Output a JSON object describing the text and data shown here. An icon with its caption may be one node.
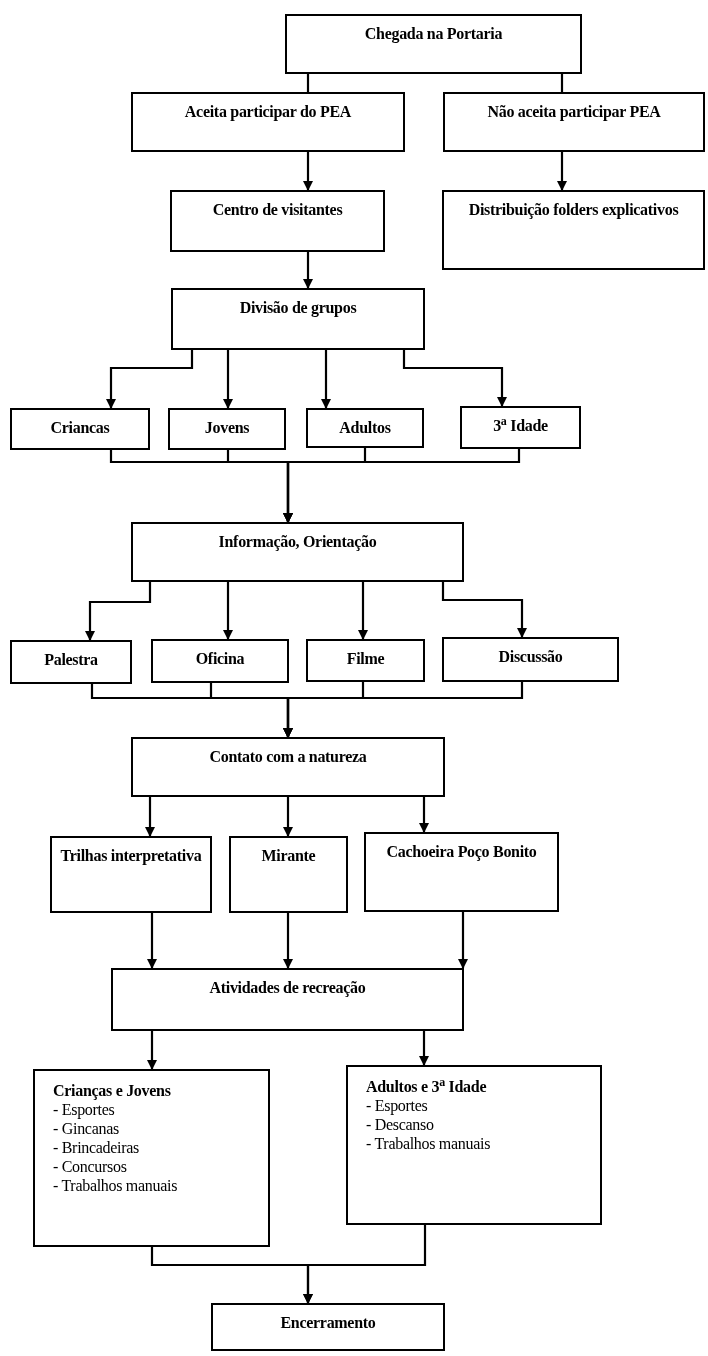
{
  "diagram": {
    "nodes": [
      {
        "text": [
          "Chegada na  Portaria"
        ]
      },
      {
        "text": [
          "Aceita participar do PEA"
        ]
      },
      {
        "text": [
          "Não aceita participar PEA"
        ]
      },
      {
        "text": [
          "Centro de visitantes"
        ]
      },
      {
        "text": [
          "Distribuição folders explicativos"
        ]
      },
      {
        "text": [
          "Divisão de grupos"
        ]
      },
      {
        "text": [
          "Criancas"
        ]
      },
      {
        "text": [
          "Jovens"
        ]
      },
      {
        "text": [
          "Adultos"
        ]
      },
      {
        "text": [
          "3$^{a}$ Idade"
        ]
      },
      {
        "text": [
          "Informação, Orientação"
        ]
      },
      {
        "text": [
          "Palestra"
        ]
      },
      {
        "text": [
          "Oficina"
        ]
      },
      {
        "text": [
          "Filme"
        ]
      },
      {
        "text": [
          "Discussão"
        ]
      },
      {
        "text": [
          "Contato com a natureza"
        ]
      },
      {
        "text": [
          "Trilhas interpretativa"
        ]
      },
      {
        "text": [
          "Mirante"
        ]
      },
      {
        "text": [
          "Cachoeira Poço Bonito"
        ]
      },
      {
        "text": [
          "Atividades de recreação"
        ]
      },
      {
        "text": [
          "Crianças e Jovens",
          "- Esportes",
          "- Gincanas",
          "- Brincadeiras",
          "- Concursos",
          "- Trabalhos manuais"
        ]
      },
      {
        "text": [
          "Adultos e 3$^{a}$ Idade",
          "- Esportes",
          "- Descanso",
          "- Trabalhos manuais"
        ]
      },
      {
        "text": [
          "Encerramento"
        ]
      }
    ],
    "edges": [
      {
        "from": 0,
        "to": 1,
        "arrow": "none"
      },
      {
        "from": 0,
        "to": 2,
        "arrow": "none"
      },
      {
        "from": 1,
        "to": 3,
        "arrow": "to"
      },
      {
        "from": 2,
        "to": 4,
        "arrow": "to"
      },
      {
        "from": 3,
        "to": 5,
        "arrow": "to"
      },
      {
        "from": 5,
        "to": 6,
        "arrow": "to"
      },
      {
        "from": 5,
        "to": 7,
        "arrow": "to"
      },
      {
        "from": 5,
        "to": 8,
        "arrow": "to"
      },
      {
        "from": 5,
        "to": 9,
        "arrow": "to"
      },
      {
        "from": 6,
        "to": 10,
        "arrow": "to"
      },
      {
        "from": 7,
        "to": 10,
        "arrow": "to"
      },
      {
        "from": 8,
        "to": 10,
        "arrow": "to"
      },
      {
        "from": 9,
        "to": 10,
        "arrow": "to"
      },
      {
        "from": 10,
        "to": 11,
        "arrow": "to"
      },
      {
        "from": 10,
        "to": 12,
        "arrow": "to"
      },
      {
        "from": 10,
        "to": 13,
        "arrow": "to"
      },
      {
        "from": 10,
        "to": 14,
        "arrow": "to"
      },
      {
        "from": 11,
        "to": 15,
        "arrow": "to"
      },
      {
        "from": 12,
        "to": 15,
        "arrow": "to"
      },
      {
        "from": 13,
        "to": 15,
        "arrow": "to"
      },
      {
        "from": 14,
        "to": 15,
        "arrow": "to"
      },
      {
        "from": 15,
        "to": 16,
        "arrow": "to"
      },
      {
        "from": 15,
        "to": 17,
        "arrow": "to"
      },
      {
        "from": 15,
        "to": 18,
        "arrow": "to"
      },
      {
        "from": 16,
        "to": 19,
        "arrow": "to"
      },
      {
        "from": 17,
        "to": 19,
        "arrow": "to"
      },
      {
        "from": 18,
        "to": 19,
        "arrow": "to"
      },
      {
        "from": 19,
        "to": 20,
        "arrow": "to"
      },
      {
        "from": 19,
        "to": 21,
        "arrow": "to"
      },
      {
        "from": 20,
        "to": 22,
        "arrow": "to"
      },
      {
        "from": 21,
        "to": 22,
        "arrow": "to"
      }
    ]
  }
}
